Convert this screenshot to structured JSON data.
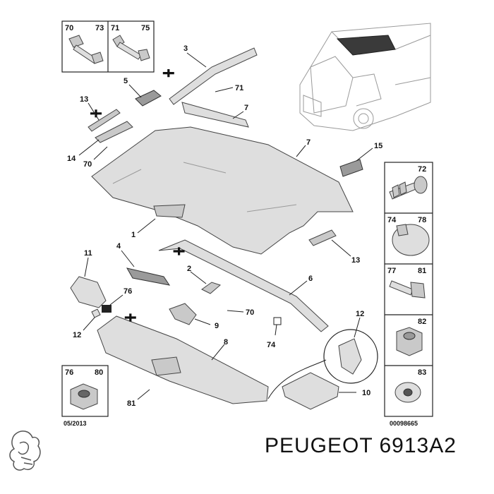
{
  "title": "PEUGEOT 6913A2",
  "footer": {
    "date": "05/2013",
    "ref": "00098665"
  },
  "callouts": [
    {
      "id": "c3",
      "text": "3"
    },
    {
      "id": "c71",
      "text": "71"
    },
    {
      "id": "c5",
      "text": "5"
    },
    {
      "id": "c13a",
      "text": "13"
    },
    {
      "id": "c7a",
      "text": "7"
    },
    {
      "id": "c7b",
      "text": "7"
    },
    {
      "id": "c15",
      "text": "15"
    },
    {
      "id": "c14",
      "text": "14"
    },
    {
      "id": "c70a",
      "text": "70"
    },
    {
      "id": "c1",
      "text": "1"
    },
    {
      "id": "c13b",
      "text": "13"
    },
    {
      "id": "c11",
      "text": "11"
    },
    {
      "id": "c4",
      "text": "4"
    },
    {
      "id": "c2",
      "text": "2"
    },
    {
      "id": "c6",
      "text": "6"
    },
    {
      "id": "c76",
      "text": "76"
    },
    {
      "id": "c70b",
      "text": "70"
    },
    {
      "id": "c12a",
      "text": "12"
    },
    {
      "id": "c9",
      "text": "9"
    },
    {
      "id": "c12b",
      "text": "12"
    },
    {
      "id": "c74",
      "text": "74"
    },
    {
      "id": "c8",
      "text": "8"
    },
    {
      "id": "c10",
      "text": "10"
    },
    {
      "id": "c81",
      "text": "81"
    }
  ],
  "boxes": {
    "top_left": [
      [
        "70",
        "73"
      ],
      [
        "71",
        "75"
      ]
    ],
    "bottom_left": [
      "76",
      "80"
    ],
    "right": [
      [
        "72"
      ],
      [
        "74",
        "78"
      ],
      [
        "77",
        "81"
      ],
      [
        "82"
      ],
      [
        "83"
      ]
    ]
  }
}
